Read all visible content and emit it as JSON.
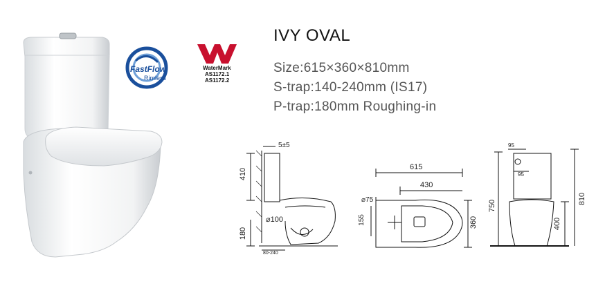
{
  "product": {
    "title": "IVY OVAL",
    "specs": {
      "size": "Size:615×360×810mm",
      "s_trap": "S-trap:140-240mm (IS17)",
      "p_trap": "P-trap:180mm Roughing-in"
    }
  },
  "logos": {
    "fastflow": {
      "name": "FastFlow",
      "sub": "Rimless"
    },
    "watermark": {
      "name": "WaterMark",
      "std1": "AS1172.1",
      "std2": "AS1172.2"
    }
  },
  "dimensions": {
    "side": {
      "gap": "5±5",
      "tank_height": "410",
      "outlet_dia": "⌀100",
      "outlet_height": "180",
      "trap_range": "80-240"
    },
    "top": {
      "length": "615",
      "inner": "430",
      "inlet_dia": "⌀75",
      "offset": "155",
      "width": "360"
    },
    "front": {
      "top_a": "95",
      "top_b": "95",
      "total": "810",
      "height": "750",
      "seat": "400"
    }
  },
  "colors": {
    "watermark_red": "#c8102e",
    "fastflow_blue": "#1a4f9c",
    "dim_line": "#111111"
  }
}
